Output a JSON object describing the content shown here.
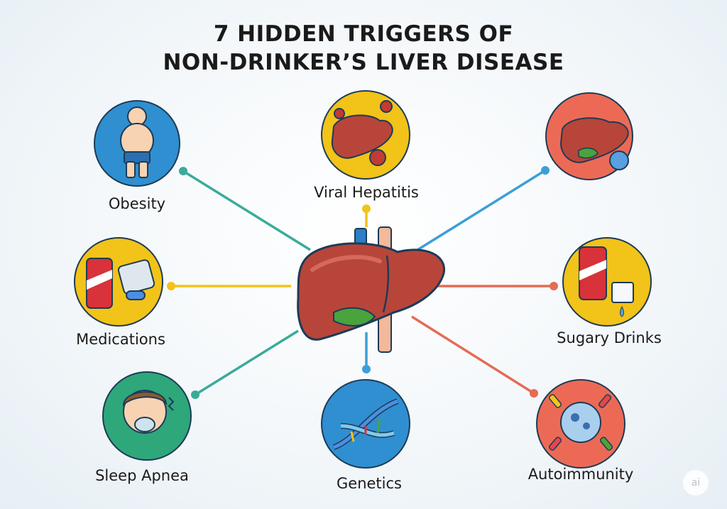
{
  "title": {
    "line1": "7 HIDDEN TRIGGERS OF",
    "line2": "NON-DRINKER’S LIVER DISEASE"
  },
  "triggers": [
    {
      "label": "Obesity",
      "icon": "obese-person-icon",
      "color": "#2f8fd0"
    },
    {
      "label": "Viral Hepatitis",
      "icon": "virus-liver-icon",
      "color": "#f2c318"
    },
    {
      "label": "",
      "icon": "liver-virus-icon",
      "color": "#ec6a55"
    },
    {
      "label": "Medications",
      "icon": "soda-pills-icon",
      "color": "#f2c318"
    },
    {
      "label": "Sugary Drinks",
      "icon": "soda-sugar-cube-icon",
      "color": "#f2c318"
    },
    {
      "label": "Sleep Apnea",
      "icon": "cpap-mask-icon",
      "color": "#2ea77a"
    },
    {
      "label": "Genetics",
      "icon": "dna-icon",
      "color": "#2f8fd0"
    },
    {
      "label": "Autoimmunity",
      "icon": "immune-cell-icon",
      "color": "#ec6a55"
    }
  ],
  "center": {
    "icon": "liver-icon"
  },
  "colors": {
    "teal": "#3aab9a",
    "yellow": "#f2c318",
    "blue": "#2f8fd0",
    "red": "#e46c55",
    "liver": "#b8453a"
  }
}
